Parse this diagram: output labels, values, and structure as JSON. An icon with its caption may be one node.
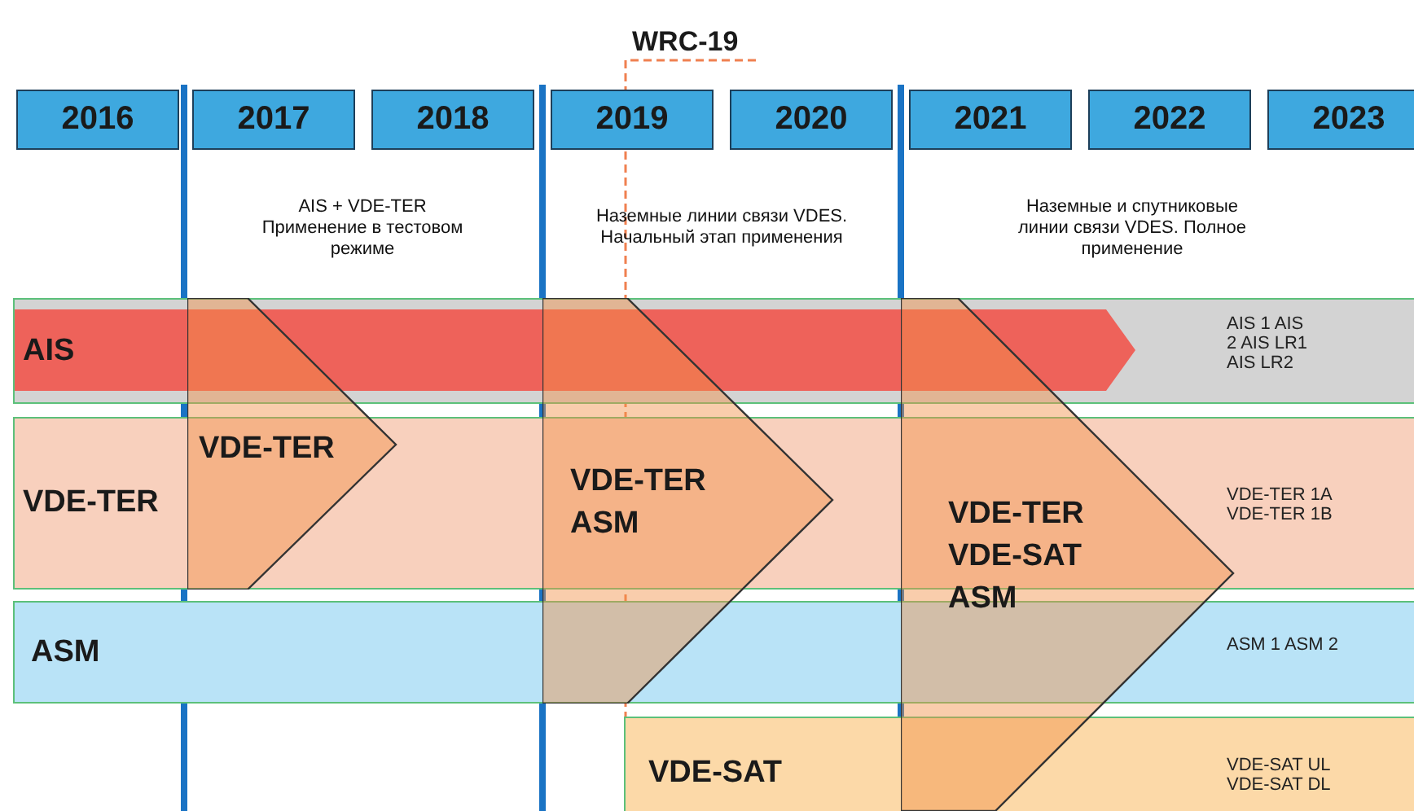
{
  "diagram": {
    "nodes": [
      {
        "text": [
          "2016"
        ]
      },
      {
        "text": [
          "2017"
        ]
      },
      {
        "text": [
          "2018"
        ]
      },
      {
        "text": [
          "2019"
        ]
      },
      {
        "text": [
          "2020"
        ]
      },
      {
        "text": [
          "2021"
        ]
      },
      {
        "text": [
          "2022"
        ]
      },
      {
        "text": [
          "2023"
        ]
      },
      {
        "text": [
          "AIS",
          "AIS 1 AIS 2 AIS LR1 AIS LR2"
        ]
      },
      {
        "text": [
          "VDE-TER",
          "VDE-TER 1A VDE-TER 1B"
        ]
      },
      {
        "text": [
          "ASM",
          "ASM 1 ASM 2"
        ]
      },
      {
        "text": [
          "VDE-SAT",
          "VDE-SAT UL VDE-SAT DL"
        ]
      },
      {
        "text": [
          "VDE-TER"
        ]
      },
      {
        "text": [
          "VDE-TER ASM"
        ]
      },
      {
        "text": [
          "VDE-TER VDE-SAT ASM"
        ]
      }
    ],
    "labels": [
      "WRC-19",
      "AIS + VDE-TER Применение в тестовом режиме",
      "Наземные линии связи VDES. Начальный этап применения",
      "Наземные и спутниковые линии связи VDES. Полное применение"
    ]
  }
}
